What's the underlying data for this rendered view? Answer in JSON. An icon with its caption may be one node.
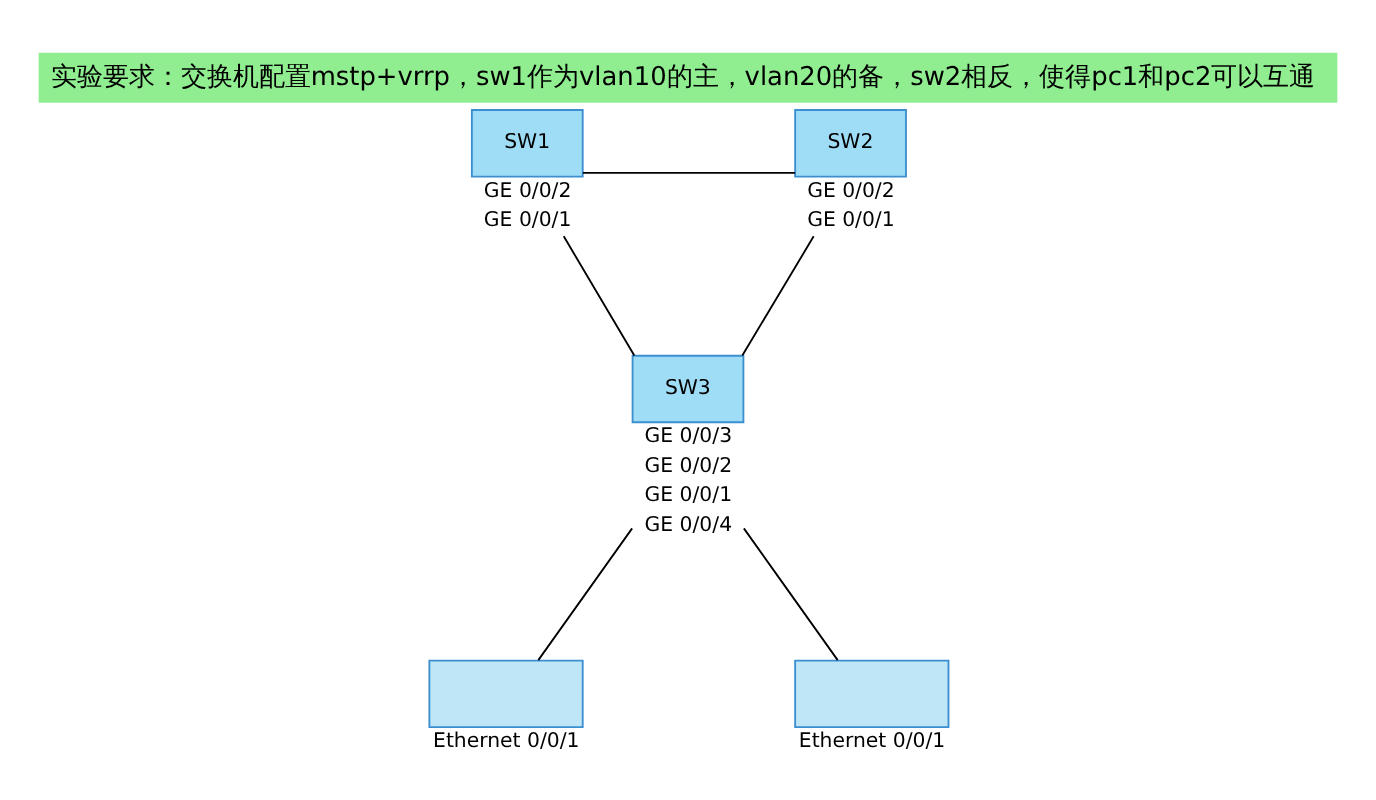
{
  "diagram": {
    "title": "实验要求：交换机配置mstp+vrrp，sw1作为vlan10的主，vlan20的备，sw2相反，使得pc1和pc2可以互通",
    "nodes": [
      {
        "text": [
          "SW1"
        ],
        "beside": [
          "GE 0/0/2",
          "GE 0/0/1"
        ]
      },
      {
        "text": [
          "SW2"
        ],
        "beside": [
          "GE 0/0/2",
          "GE 0/0/1"
        ]
      },
      {
        "text": [
          "SW3"
        ],
        "beside": [
          "GE 0/0/3",
          "GE 0/0/2",
          "GE 0/0/1",
          "GE 0/0/4"
        ]
      },
      {
        "text": [],
        "shape": "box",
        "beside": [
          "Ethernet 0/0/1"
        ]
      },
      {
        "text": [],
        "shape": "box",
        "beside": [
          "Ethernet 0/0/1"
        ]
      }
    ],
    "edges": [
      {
        "from": 0,
        "to": 1,
        "arrow": "none"
      },
      {
        "from": 0,
        "to": 2,
        "arrow": "none"
      },
      {
        "from": 1,
        "to": 2,
        "arrow": "none"
      },
      {
        "from": 2,
        "to": 3,
        "arrow": "none"
      },
      {
        "from": 2,
        "to": 4,
        "arrow": "none"
      }
    ]
  }
}
